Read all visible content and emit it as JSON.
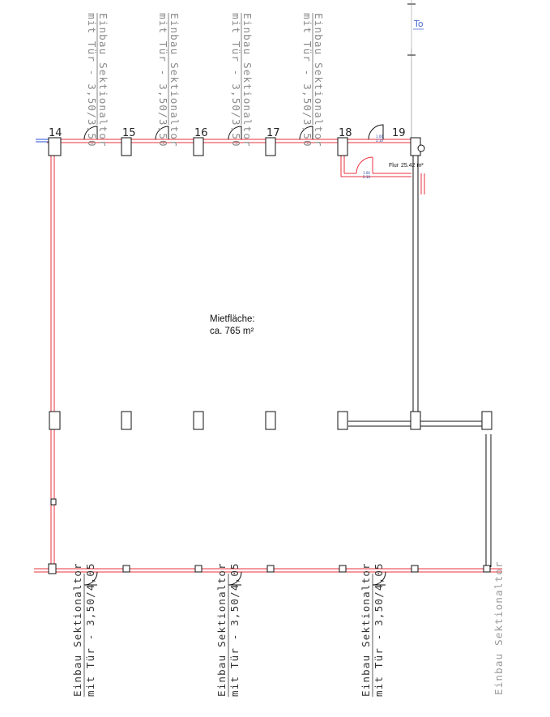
{
  "axes": [
    "14",
    "15",
    "16",
    "17",
    "18",
    "19"
  ],
  "top_doors": [
    {
      "line1": "Einbau  Sektionaltor",
      "line2": "mit Tür  -  3,50/3,50"
    },
    {
      "line1": "Einbau  Sektionaltor",
      "line2": "mit Tür  -  3,50/3,50"
    },
    {
      "line1": "Einbau  Sektionaltor",
      "line2": "mit Tür  -  3,50/3,50"
    },
    {
      "line1": "Einbau  Sektionaltor",
      "line2": "mit Tür  -  3,50/3,50"
    }
  ],
  "bottom_doors": [
    {
      "line1": "Einbau  Sektionaltor",
      "line2": "mit Tür  -  3,50/4,05"
    },
    {
      "line1": "Einbau  Sektionaltor",
      "line2": "mit Tür  -  3,50/4,05"
    },
    {
      "line1": "Einbau  Sektionaltor",
      "line2": "mit Tür  -  3,50/4,05"
    },
    {
      "line1": "Einbau  Sektionaltor",
      "line2": ""
    }
  ],
  "to_label": "To",
  "main_area": {
    "line1": "Mietfläche:",
    "line2": "ca. 765 m²"
  },
  "corridor": {
    "label": "Flur",
    "area": "25.42 m²"
  },
  "small_labels": [
    "1.00",
    "2.10",
    "1.00",
    "2.10"
  ],
  "colors": {
    "wall_new": "#e8323c",
    "wall_existing": "#111111",
    "door_text": "#8a8a8a",
    "link": "#4a6fd0"
  }
}
